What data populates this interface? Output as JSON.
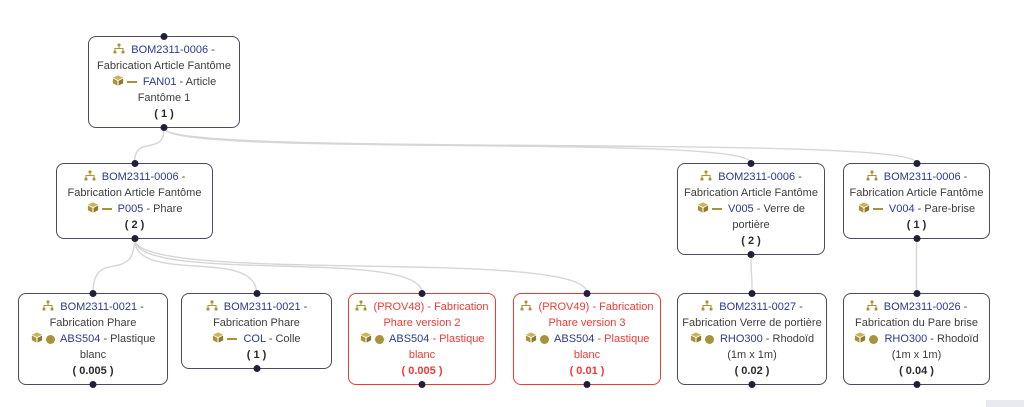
{
  "colors": {
    "code_blue": "#2b3a94",
    "text_dark": "#3d3d3d",
    "icon_gold": "#a8933b",
    "alert_red": "#ee3b33",
    "border_dark": "#4a4a61",
    "connector_gray": "#d6d6d6"
  },
  "nodes": [
    {
      "id": "root",
      "bom_code": "BOM2311-0006",
      "bom_label": "- Fabrication Article Fantôme",
      "item_code": "FAN01",
      "item_label": "- Article Fantôme 1",
      "qty": "( 1 )",
      "variant": "normal",
      "marker": "dash"
    },
    {
      "id": "p005",
      "bom_code": "BOM2311-0006",
      "bom_label": "- Fabrication Article Fantôme",
      "item_code": "P005",
      "item_label": "- Phare",
      "qty": "( 2 )",
      "variant": "normal",
      "marker": "dash"
    },
    {
      "id": "v005",
      "bom_code": "BOM2311-0006",
      "bom_label": "- Fabrication Article Fantôme",
      "item_code": "V005",
      "item_label": "- Verre de portière",
      "qty": "( 2 )",
      "variant": "normal",
      "marker": "dash"
    },
    {
      "id": "v004",
      "bom_code": "BOM2311-0006",
      "bom_label": "- Fabrication Article Fantôme",
      "item_code": "V004",
      "item_label": "- Pare-brise",
      "qty": "( 1 )",
      "variant": "normal",
      "marker": "dash"
    },
    {
      "id": "n1",
      "bom_code": "BOM2311-0021",
      "bom_label": "- Fabrication Phare",
      "item_code": "ABS504",
      "item_label": "- Plastique blanc",
      "qty": "( 0.005 )",
      "variant": "normal",
      "marker": "circle"
    },
    {
      "id": "n2",
      "bom_code": "BOM2311-0021",
      "bom_label": "- Fabrication Phare",
      "item_code": "COL",
      "item_label": "- Colle",
      "qty": "( 1 )",
      "variant": "normal",
      "marker": "dash"
    },
    {
      "id": "n3",
      "bom_code": "(PROV48)",
      "bom_label": "- Fabrication Phare version 2",
      "item_code": "ABS504",
      "item_label": "- Plastique blanc",
      "qty": "( 0.005 )",
      "variant": "alert",
      "marker": "circle"
    },
    {
      "id": "n4",
      "bom_code": "(PROV49)",
      "bom_label": "- Fabrication Phare version 3",
      "item_code": "ABS504",
      "item_label": "- Plastique blanc",
      "qty": "( 0.01 )",
      "variant": "alert",
      "marker": "circle"
    },
    {
      "id": "n5",
      "bom_code": "BOM2311-0027",
      "bom_label": "- Fabrication Verre de portière",
      "item_code": "RHO300",
      "item_label": "- Rhodoïd (1m x 1m)",
      "qty": "( 0.02 )",
      "variant": "normal",
      "marker": "circle"
    },
    {
      "id": "n6",
      "bom_code": "BOM2311-0026",
      "bom_label": "- Fabrication du Pare brise",
      "item_code": "RHO300",
      "item_label": "- Rhodoïd (1m x 1m)",
      "qty": "( 0.04 )",
      "variant": "normal",
      "marker": "circle"
    }
  ],
  "links": [
    [
      "root",
      "p005"
    ],
    [
      "root",
      "v005"
    ],
    [
      "root",
      "v004"
    ],
    [
      "p005",
      "n1"
    ],
    [
      "p005",
      "n2"
    ],
    [
      "p005",
      "n3"
    ],
    [
      "p005",
      "n4"
    ],
    [
      "v005",
      "n5"
    ],
    [
      "v004",
      "n6"
    ]
  ]
}
